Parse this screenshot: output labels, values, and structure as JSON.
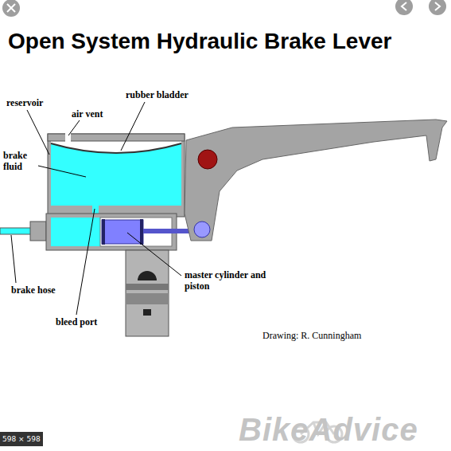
{
  "diagram": {
    "title": "Open System Hydraulic Brake Lever",
    "labels": [
      "reservoir",
      "air vent",
      "rubber bladder",
      "brake fluid",
      "brake hose",
      "bleed port",
      "master cylinder and piston",
      "Drawing: R. Cunningham",
      "BikeAdvice",
      "598 × 598"
    ]
  }
}
